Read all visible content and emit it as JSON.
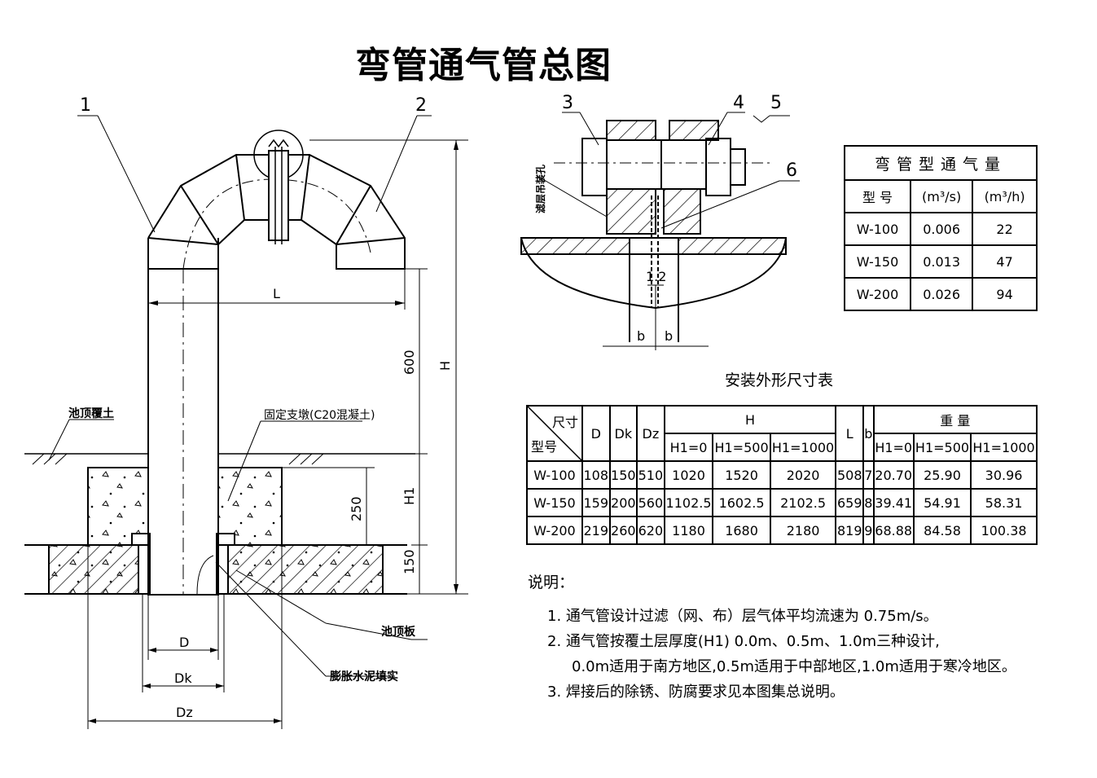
{
  "title": "弯管通气管总图",
  "labels": {
    "part1": "1",
    "part2": "2",
    "part3": "3",
    "part4": "4",
    "part5": "5",
    "part6": "6",
    "L": "L",
    "H": "H",
    "H1": "H1",
    "D": "D",
    "Dk": "Dk",
    "Dz": "Dz",
    "dim600": "600",
    "dim250": "250",
    "dim150": "150",
    "dim12": "1.2",
    "b_left": "b",
    "b_right": "b",
    "soil": "池顶覆土",
    "support": "固定支墩(C20混凝土)",
    "roof": "池顶板",
    "cement": "膨胀水泥填实",
    "filter_hole": "滤层吊装孔"
  },
  "flow_table": {
    "caption": "弯管型通气量",
    "headers": [
      "型  号",
      "(m³/s)",
      "(m³/h)"
    ],
    "rows": [
      [
        "W-100",
        "0.006",
        "22"
      ],
      [
        "W-150",
        "0.013",
        "47"
      ],
      [
        "W-200",
        "0.026",
        "94"
      ]
    ]
  },
  "install_table": {
    "caption": "安装外形尺寸表",
    "diag_top": "尺寸",
    "diag_bottom": "型号",
    "headers": [
      "D",
      "Dk",
      "Dz",
      "H",
      "L",
      "b",
      "重    量"
    ],
    "sub_headers": [
      "H1=0",
      "H1=500",
      "H1=1000",
      "H1=0",
      "H1=500",
      "H1=1000"
    ],
    "rows": [
      [
        "W-100",
        "108",
        "150",
        "510",
        "1020",
        "1520",
        "2020",
        "508",
        "7",
        "20.70",
        "25.90",
        "30.96"
      ],
      [
        "W-150",
        "159",
        "200",
        "560",
        "1102.5",
        "1602.5",
        "2102.5",
        "659",
        "8",
        "39.41",
        "54.91",
        "58.31"
      ],
      [
        "W-200",
        "219",
        "260",
        "620",
        "1180",
        "1680",
        "2180",
        "819",
        "9",
        "68.88",
        "84.58",
        "100.38"
      ]
    ]
  },
  "notes": {
    "heading": "说明：",
    "items": [
      "1.  通气管设计过滤（网、布）层气体平均流速为 0.75m/s。",
      "2.  通气管按覆土层厚度(H1)  0.0m、0.5m、1.0m三种设计,",
      "0.0m适用于南方地区,0.5m适用于中部地区,1.0m适用于寒冷地区。",
      "3.  焊接后的除锈、防腐要求见本图集总说明。"
    ]
  }
}
